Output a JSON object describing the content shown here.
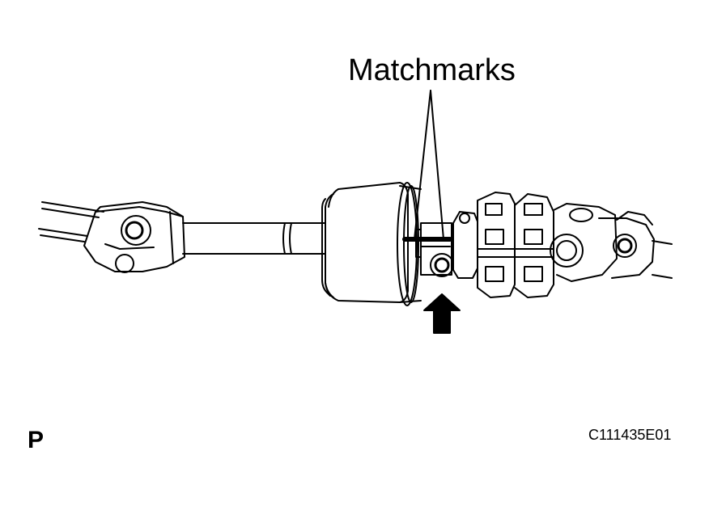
{
  "figure": {
    "callout_label": "Matchmarks",
    "view_code": "P",
    "figure_id": "C111435E01"
  },
  "colors": {
    "ink": "#000000",
    "paper": "#ffffff"
  },
  "icons": {
    "arrow": "arrow-up-icon"
  }
}
